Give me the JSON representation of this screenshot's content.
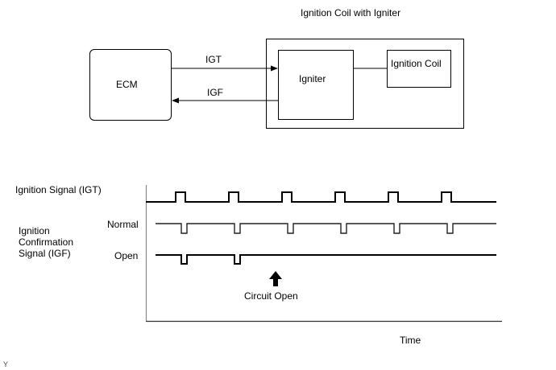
{
  "block_diagram": {
    "ecm_label": "ECM",
    "assembly_title": "Ignition Coil with Igniter",
    "igniter_label": "Igniter",
    "coil_label": "Ignition Coil",
    "signals": [
      {
        "name": "IGT",
        "direction": "ECM to Igniter"
      },
      {
        "name": "IGF",
        "direction": "Igniter to ECM"
      }
    ]
  },
  "timing_chart": {
    "igt_label": "Ignition Signal (IGT)",
    "igf_label_lines": [
      "Ignition",
      "Confirmation",
      "Signal (IGF)"
    ],
    "normal_label": "Normal",
    "open_label": "Open",
    "annotation": "Circuit Open",
    "x_axis_label": "Time",
    "igt_pulse_count": 6,
    "igf_normal_pulse_count": 6,
    "igf_open_pulse_count": 2
  },
  "chart_data": {
    "type": "line",
    "title": "",
    "xlabel": "Time",
    "ylabel": "",
    "series": [
      {
        "name": "Ignition Signal (IGT)",
        "polarity": "high pulse",
        "pulses_at_period_index": [
          1,
          2,
          3,
          4,
          5,
          6
        ]
      },
      {
        "name": "IGF Normal",
        "polarity": "low pulse",
        "pulses_at_period_index": [
          1,
          2,
          3,
          4,
          5,
          6
        ]
      },
      {
        "name": "IGF Open",
        "polarity": "low pulse",
        "pulses_at_period_index": [
          1,
          2
        ]
      }
    ],
    "annotations": [
      "Circuit Open"
    ]
  },
  "footer": {
    "corner_mark": "Y"
  }
}
